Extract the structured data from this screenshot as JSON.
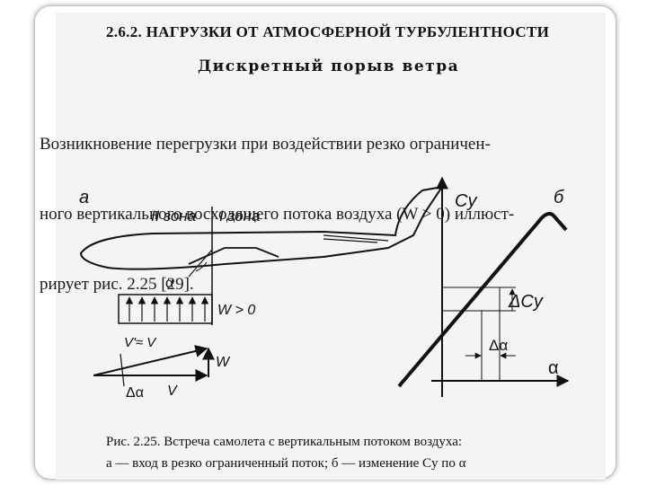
{
  "heading": "2.6.2. НАГРУЗКИ ОТ АТМОСФЕРНОЙ ТУРБУЛЕНТНОСТИ",
  "subheading": "Дискретный порыв ветра",
  "paragraph_lines": [
    "Возникновение перегрузки при воздействии резко ограничен-",
    "ного вертикального восходящего потока воздуха (W > 0) иллюст-",
    "рирует рис. 2.25 [29]."
  ],
  "figure": {
    "panel_a": {
      "label": "а",
      "zone_2": "II зона",
      "zone_1": "I зона",
      "alpha": "α",
      "gust": "W > 0",
      "v_prime": "V'≈ V",
      "w": "W",
      "v": "V",
      "delta_alpha": "Δα"
    },
    "panel_b": {
      "label": "б",
      "cy": "Cy",
      "delta_cy": "ΔCy",
      "delta_alpha": "Δα",
      "alpha": "α"
    }
  },
  "caption_lines": [
    "Рис. 2.25. Встреча самолета с вертикальным потоком воздуха:",
    "а — вход в резко ограниченный поток; б — изменение Cy по α"
  ]
}
